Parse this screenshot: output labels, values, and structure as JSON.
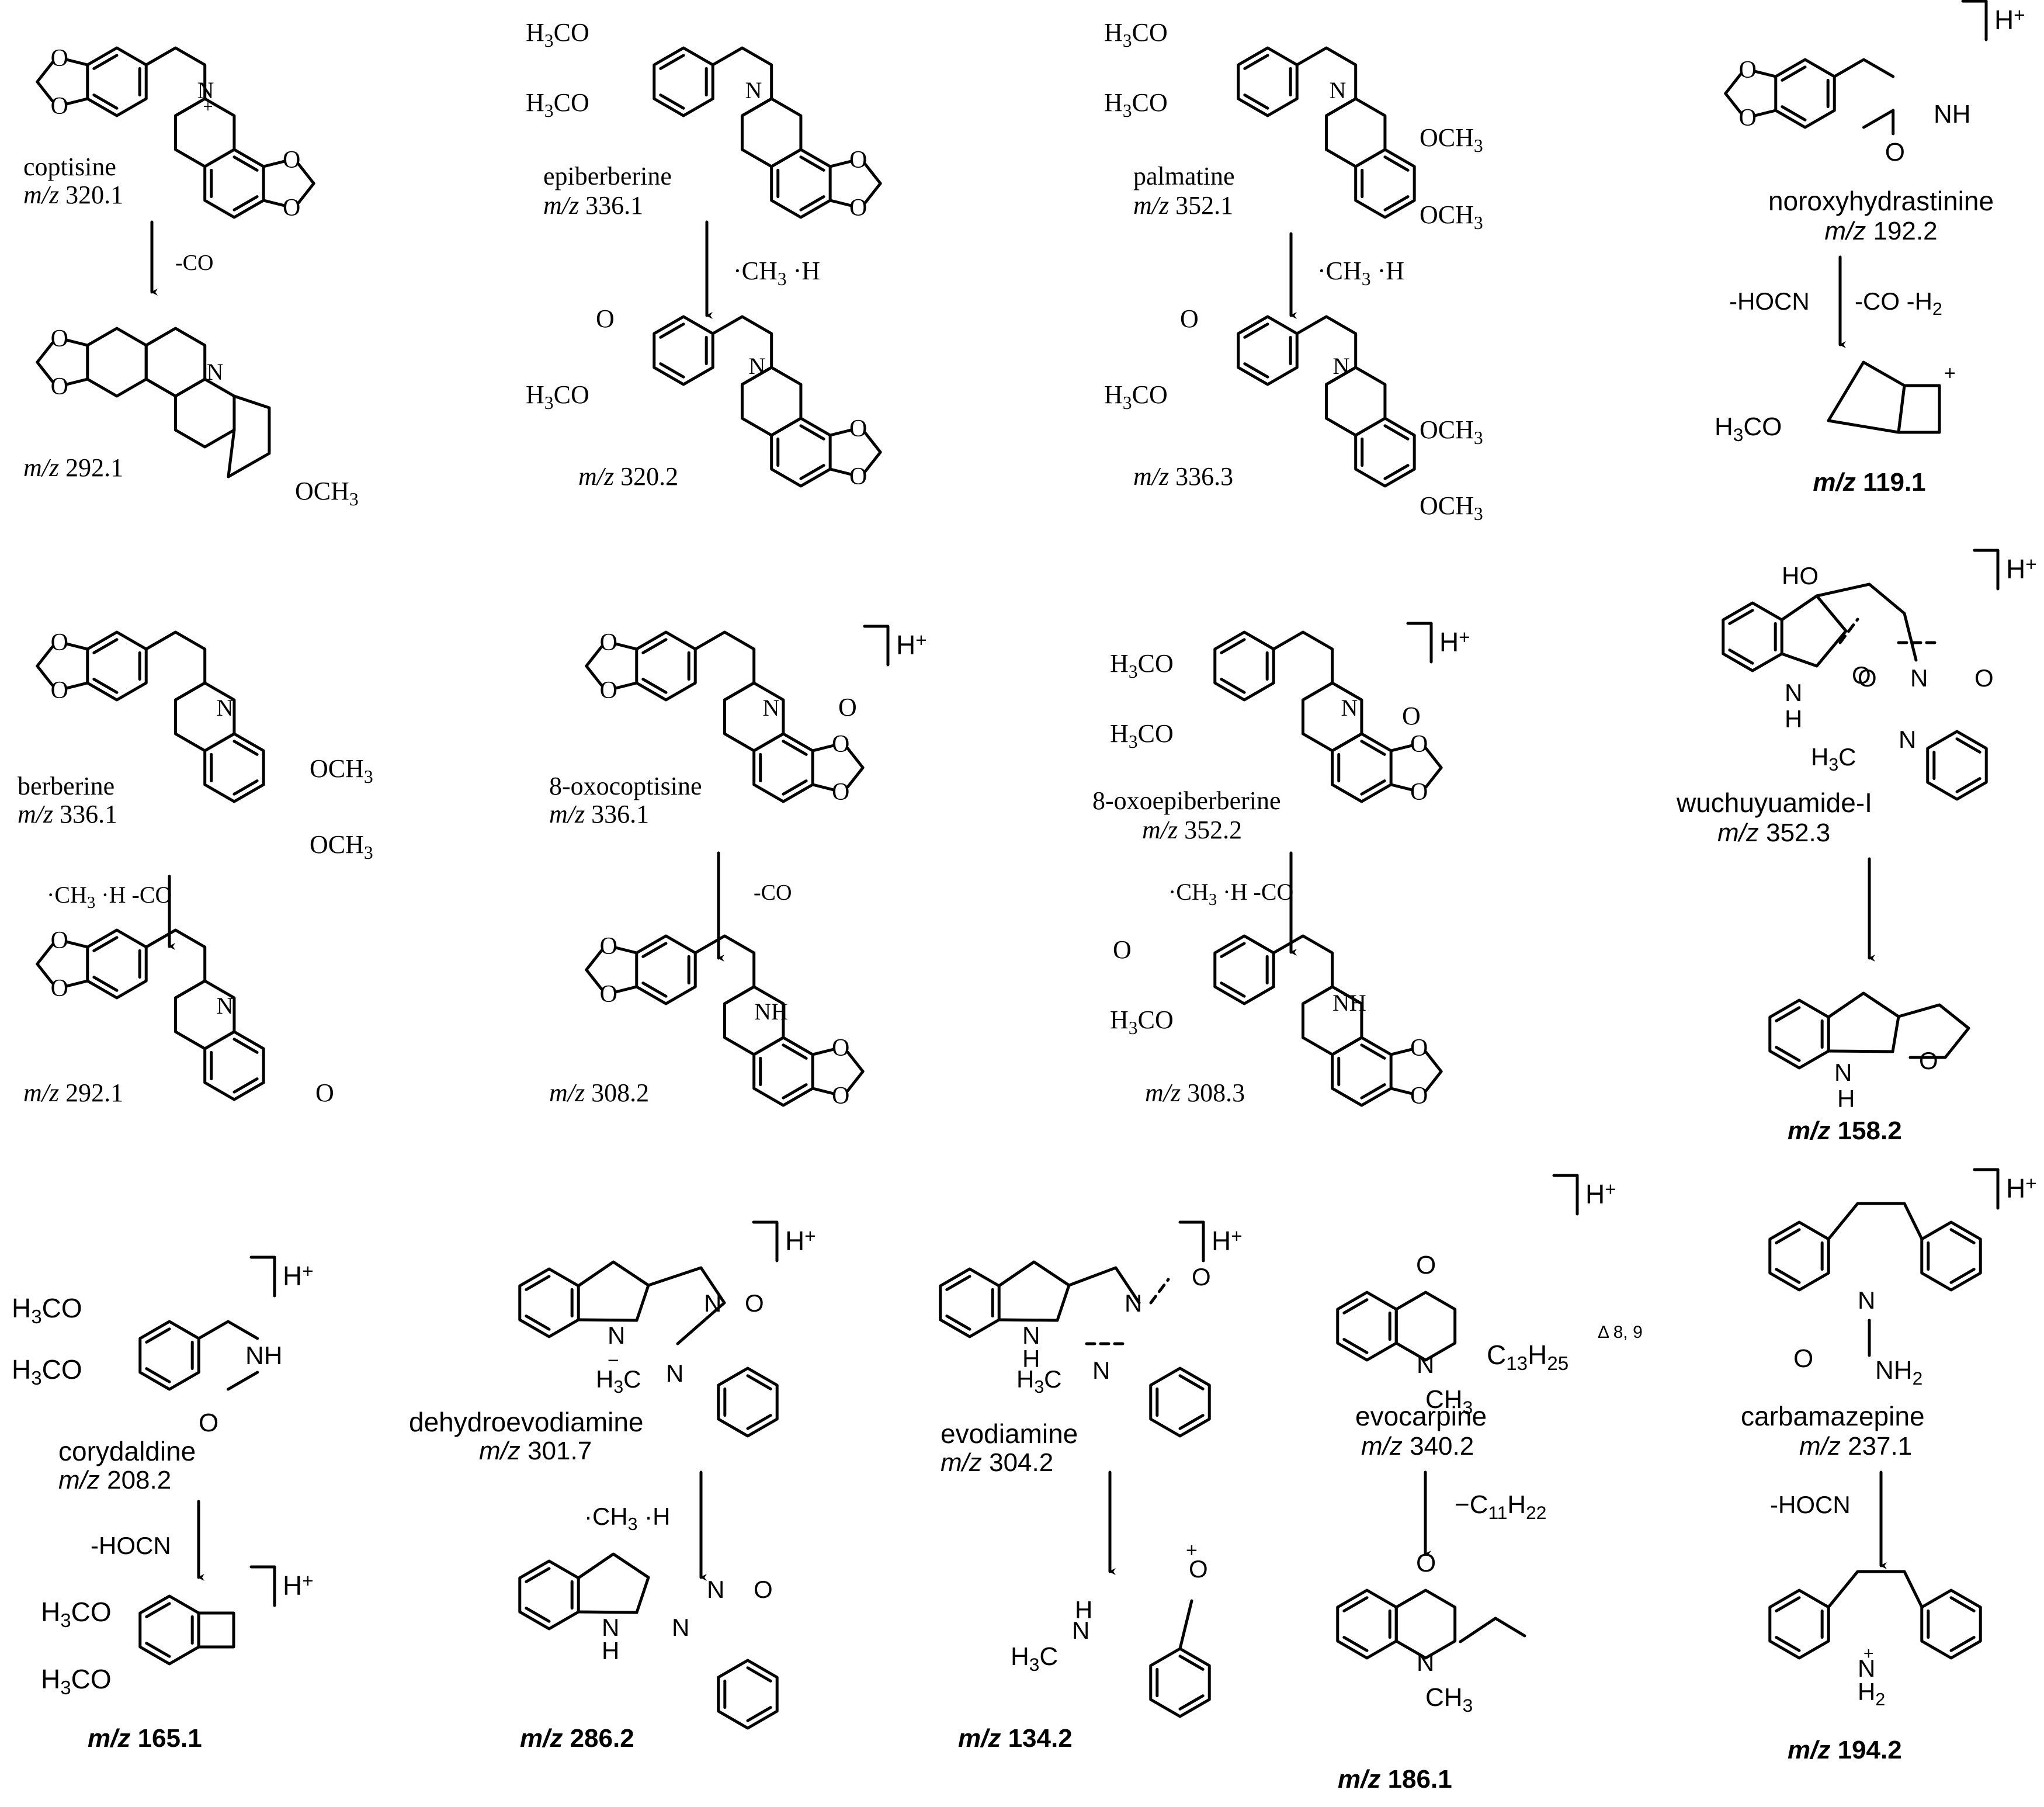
{
  "compounds": [
    {
      "id": "coptisine",
      "name": "coptisine",
      "mz": "320.1",
      "loss": "-CO",
      "product_mz": "292.1",
      "product_substituent": "OCH3",
      "font": "serif"
    },
    {
      "id": "epiberberine",
      "name": "epiberberine",
      "mz": "336.1",
      "loss": "·CH3  ·H",
      "precursor_substituents": [
        "H3CO",
        "H3CO"
      ],
      "product_substituents": [
        "O",
        "H3CO"
      ],
      "product_mz": "320.2",
      "font": "serif"
    },
    {
      "id": "palmatine",
      "name": "palmatine",
      "mz": "352.1",
      "loss": "·CH3  ·H",
      "precursor_substituents": [
        "H3CO",
        "H3CO",
        "OCH3",
        "OCH3"
      ],
      "product_substituents": [
        "O",
        "H3CO",
        "OCH3",
        "OCH3"
      ],
      "product_mz": "336.3",
      "font": "serif"
    },
    {
      "id": "noroxyhydrastinine",
      "name": "noroxyhydrastinine",
      "mz": "192.2",
      "charge": "H+",
      "loss": "-HOCN  -CO  -H2",
      "precursor_atoms": [
        "NH",
        "O"
      ],
      "product_substituent": "H3CO",
      "product_mz": "119.1",
      "font": "sans"
    },
    {
      "id": "berberine",
      "name": "berberine",
      "mz": "336.1",
      "loss": "·CH3  ·H  -CO",
      "precursor_substituents": [
        "OCH3",
        "OCH3"
      ],
      "product_atoms": [
        "O"
      ],
      "product_mz": "292.1",
      "font": "serif"
    },
    {
      "id": "8-oxocoptisine",
      "name": "8-oxocoptisine",
      "mz": "336.1",
      "charge": "H+",
      "loss": "-CO",
      "precursor_atoms": [
        "O"
      ],
      "product_atoms": [
        "NH"
      ],
      "product_mz": "308.2",
      "font": "serif"
    },
    {
      "id": "8-oxoepiberberine",
      "name": "8-oxoepiberberine",
      "mz": "352.2",
      "charge": "H+",
      "loss": "·CH3  ·H  -CO",
      "precursor_substituents": [
        "H3CO",
        "H3CO",
        "O"
      ],
      "product_substituents": [
        "O",
        "H3CO",
        "NH"
      ],
      "product_mz": "308.3",
      "font": "serif"
    },
    {
      "id": "wuchuyuamide-I",
      "name": "wuchuyuamide-I",
      "mz": "352.3",
      "charge": "H+",
      "precursor_atoms": [
        "HO",
        "N",
        "O",
        "H",
        "N",
        "O",
        "O",
        "N",
        "H3C"
      ],
      "product_atoms": [
        "N",
        "H",
        "O"
      ],
      "product_mz": "158.2",
      "font": "sans"
    },
    {
      "id": "corydaldine",
      "name": "corydaldine",
      "mz": "208.2",
      "charge": "H+",
      "loss": "-HOCN",
      "precursor_substituents": [
        "H3CO",
        "H3CO",
        "NH",
        "O"
      ],
      "product_substituents": [
        "H3CO",
        "H3CO"
      ],
      "product_charge": "H+",
      "product_mz": "165.1",
      "font": "sans"
    },
    {
      "id": "dehydroevodiamine",
      "name": "dehydroevodiamine",
      "mz": "301.7",
      "charge": "H+",
      "loss": "·CH3  ·H",
      "precursor_atoms": [
        "N",
        "N",
        "O",
        "N",
        "H3C"
      ],
      "product_atoms": [
        "N",
        "H",
        "N",
        "N",
        "O"
      ],
      "product_mz": "286.2",
      "font": "sans"
    },
    {
      "id": "evodiamine",
      "name": "evodiamine",
      "mz": "304.2",
      "charge": "H+",
      "precursor_atoms": [
        "N",
        "H",
        "N",
        "O",
        "N",
        "H3C"
      ],
      "product_atoms": [
        "H3C",
        "N",
        "H",
        "O"
      ],
      "product_mz": "134.2",
      "font": "sans"
    },
    {
      "id": "evocarpine",
      "name": "evocarpine",
      "mz": "340.2",
      "charge": "H+",
      "loss": "−C11H22",
      "precursor_substituents": [
        "O",
        "N",
        "CH3",
        "C13H25",
        "Δ 8, 9"
      ],
      "product_atoms": [
        "O",
        "N",
        "CH3"
      ],
      "product_mz": "186.1",
      "font": "sans"
    },
    {
      "id": "carbamazepine",
      "name": "carbamazepine",
      "mz": "237.1",
      "charge": "H+",
      "loss": "-HOCN",
      "precursor_atoms": [
        "N",
        "O",
        "NH2"
      ],
      "product_atoms": [
        "N",
        "H2"
      ],
      "product_mz": "194.2",
      "font": "sans"
    }
  ]
}
